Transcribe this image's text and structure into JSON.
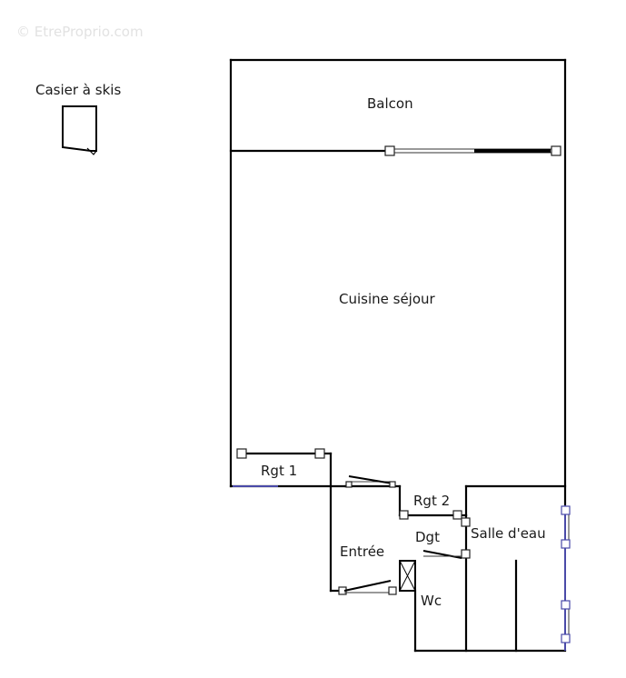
{
  "watermark": "© EtreProprio.com",
  "rooms": {
    "ski_locker": "Casier à skis",
    "balcony": "Balcon",
    "kitchen_living": "Cuisine séjour",
    "storage_1": "Rgt 1",
    "storage_2": "Rgt 2",
    "entrance": "Entrée",
    "hallway": "Dgt",
    "shower_room": "Salle d'eau",
    "toilet": "Wc"
  },
  "colors": {
    "walls": "#000000",
    "window_frame": "#4a4aa8",
    "watermark": "#e2e2e2"
  }
}
